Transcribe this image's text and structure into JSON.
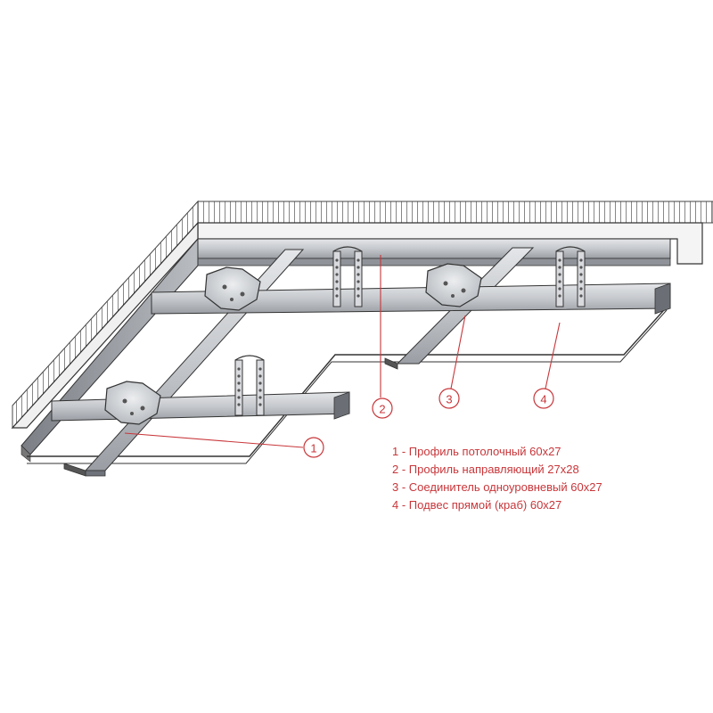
{
  "callouts": [
    {
      "number": "1"
    },
    {
      "number": "2"
    },
    {
      "number": "3"
    },
    {
      "number": "4"
    }
  ],
  "legend": [
    {
      "number": "1",
      "separator": " - ",
      "text": "Профиль потолочный 60х27"
    },
    {
      "number": "2",
      "separator": " - ",
      "text": "Профиль направляющий 27х28"
    },
    {
      "number": "3",
      "separator": " - ",
      "text": "Соединитель одноуровневый 60х27"
    },
    {
      "number": "4",
      "separator": " - ",
      "text": "Подвес прямой (краб) 60х27"
    }
  ],
  "colors": {
    "accent": "#c8363a",
    "metal": "#c7c9cc",
    "metal_dark": "#8e9196",
    "outline": "#3a3a3a"
  }
}
